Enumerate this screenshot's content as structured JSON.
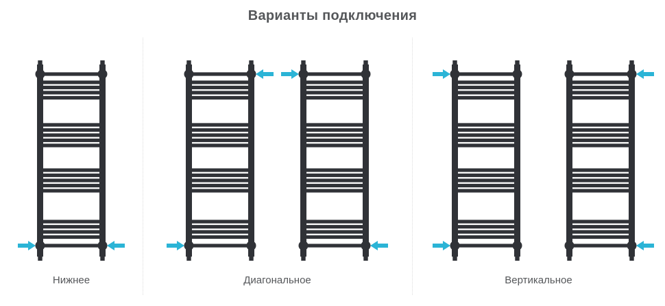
{
  "title": "Варианты подключения",
  "colors": {
    "radiator": "#303237",
    "accent": "#2bb4d6",
    "title_text": "#55575a",
    "label_text": "#55575a",
    "divider": "#dcdcdc",
    "background": "#ffffff"
  },
  "radiator_style": {
    "rung_groups": [
      4,
      5,
      5,
      4
    ],
    "has_top_rung": true,
    "has_bottom_rung": true,
    "corner_fittings": 4
  },
  "sections": [
    {
      "label": "Нижнее",
      "radiators": [
        {
          "name": "bottom-connection",
          "arrows": [
            "bottom-left",
            "bottom-right"
          ]
        }
      ]
    },
    {
      "label": "Диагональное",
      "radiators": [
        {
          "name": "diagonal-top-right",
          "arrows": [
            "top-right",
            "bottom-left"
          ]
        },
        {
          "name": "diagonal-top-left",
          "arrows": [
            "top-left",
            "bottom-right"
          ]
        }
      ]
    },
    {
      "label": "Вертикальное",
      "radiators": [
        {
          "name": "vertical-left",
          "arrows": [
            "top-left",
            "bottom-left"
          ]
        },
        {
          "name": "vertical-right",
          "arrows": [
            "top-right",
            "bottom-right"
          ]
        }
      ]
    }
  ]
}
